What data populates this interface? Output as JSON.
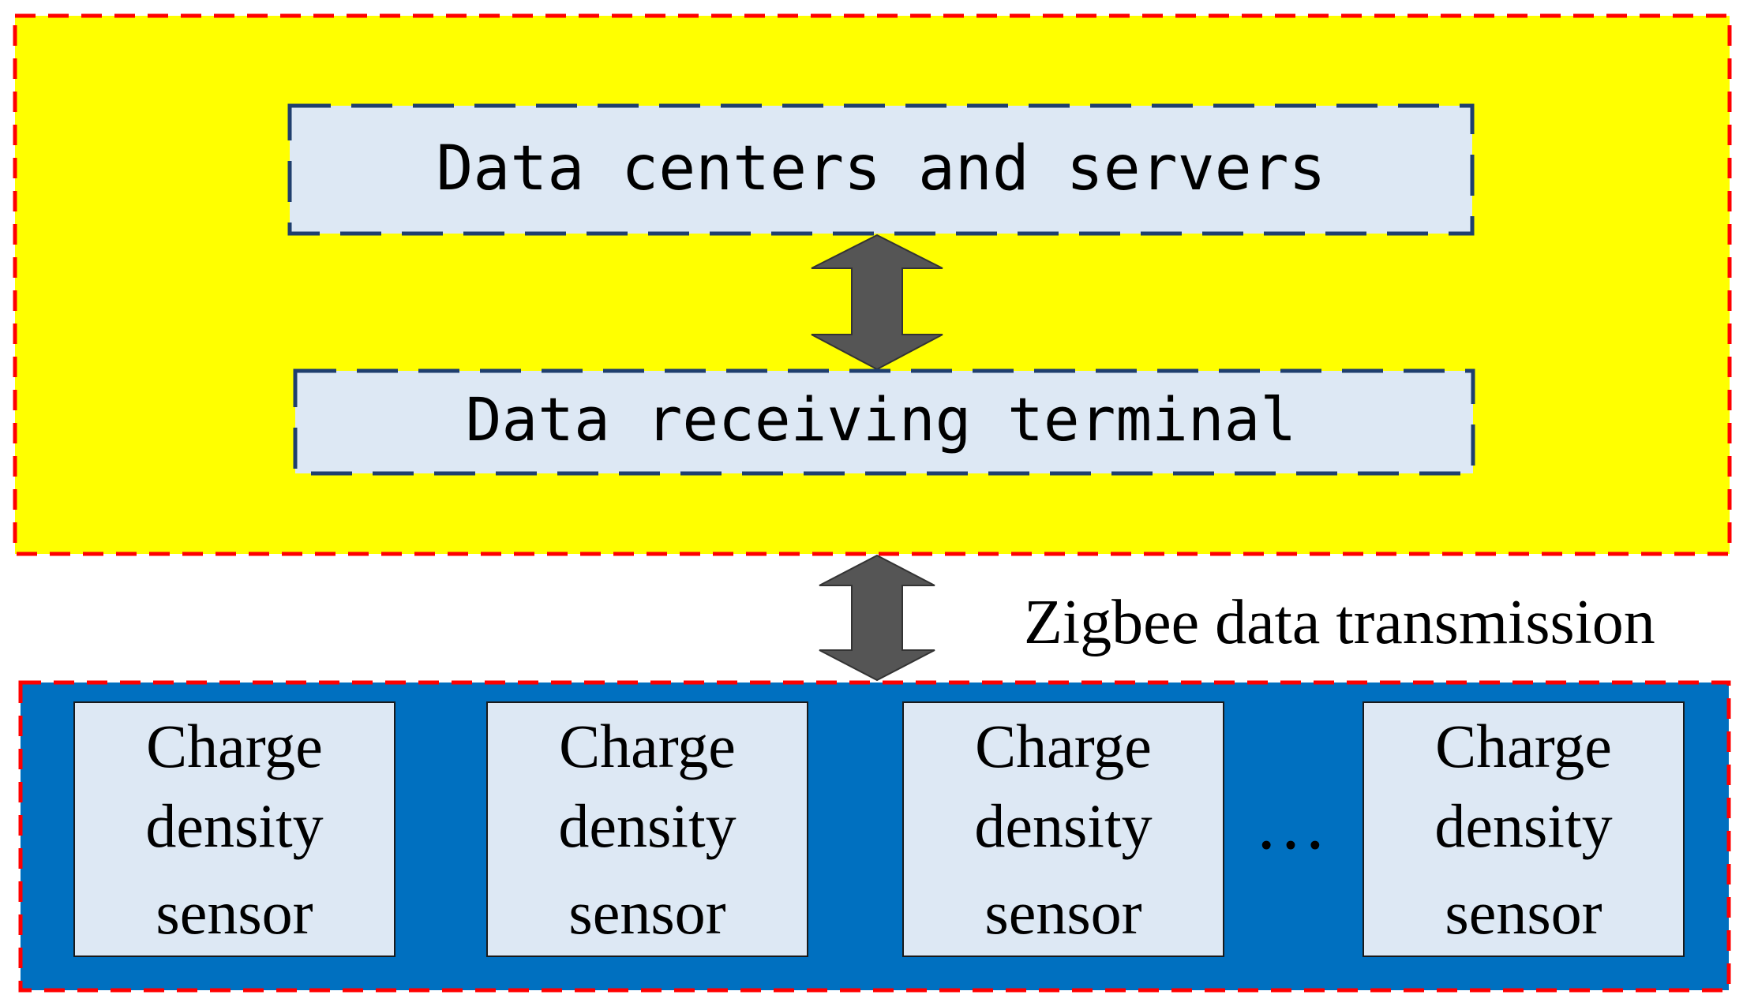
{
  "top_layer": {
    "data_centers_label": "Data centers and servers",
    "receiving_terminal_label": "Data receiving terminal"
  },
  "transmission": {
    "label": "Zigbee data transmission"
  },
  "sensor_layer": {
    "sensors": [
      {
        "line1": "Charge",
        "line2": "density",
        "line3": "sensor"
      },
      {
        "line1": "Charge",
        "line2": "density",
        "line3": "sensor"
      },
      {
        "line1": "Charge",
        "line2": "density",
        "line3": "sensor"
      },
      {
        "line1": "Charge",
        "line2": "density",
        "line3": "sensor"
      }
    ],
    "ellipsis": "…"
  },
  "colors": {
    "top_layer_fill": "#ffff00",
    "sensor_layer_fill": "#0070c0",
    "box_fill": "#dde8f4",
    "red_dash": "#ff0000",
    "blue_dash": "#1f3f6e",
    "arrow_fill": "#555555"
  }
}
